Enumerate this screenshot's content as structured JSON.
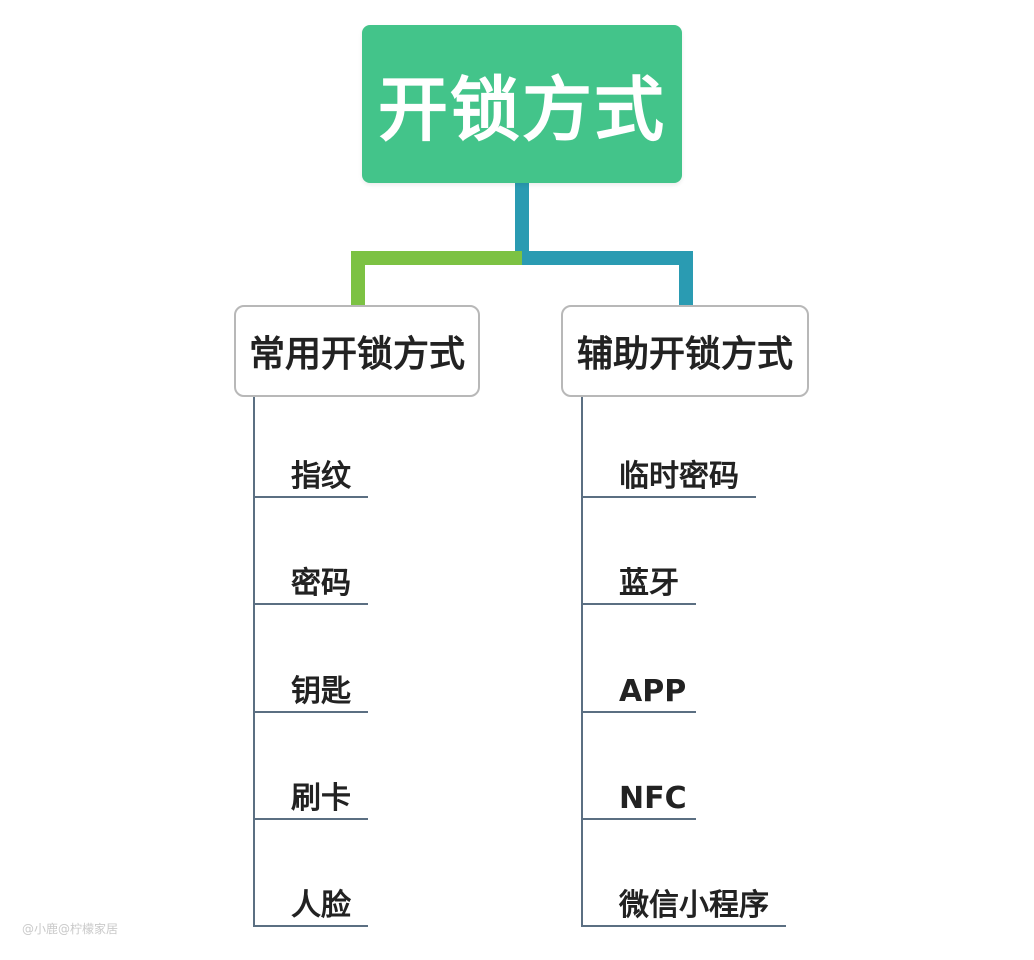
{
  "root": {
    "label": "开锁方式"
  },
  "branches": {
    "left": {
      "label": "常用开锁方式",
      "items": [
        "指纹",
        "密码",
        "钥匙",
        "刷卡",
        "人脸"
      ]
    },
    "right": {
      "label": "辅助开锁方式",
      "items": [
        "临时密码",
        "蓝牙",
        "APP",
        "NFC",
        "微信小程序"
      ]
    }
  },
  "colors": {
    "root_fill": "#43c48a",
    "connector_left": "#7cc243",
    "connector_right": "#2a9bb2",
    "item_line": "#5b6f82",
    "box_border": "#b8b8b8"
  },
  "watermark": "@小鹿@柠檬家居"
}
